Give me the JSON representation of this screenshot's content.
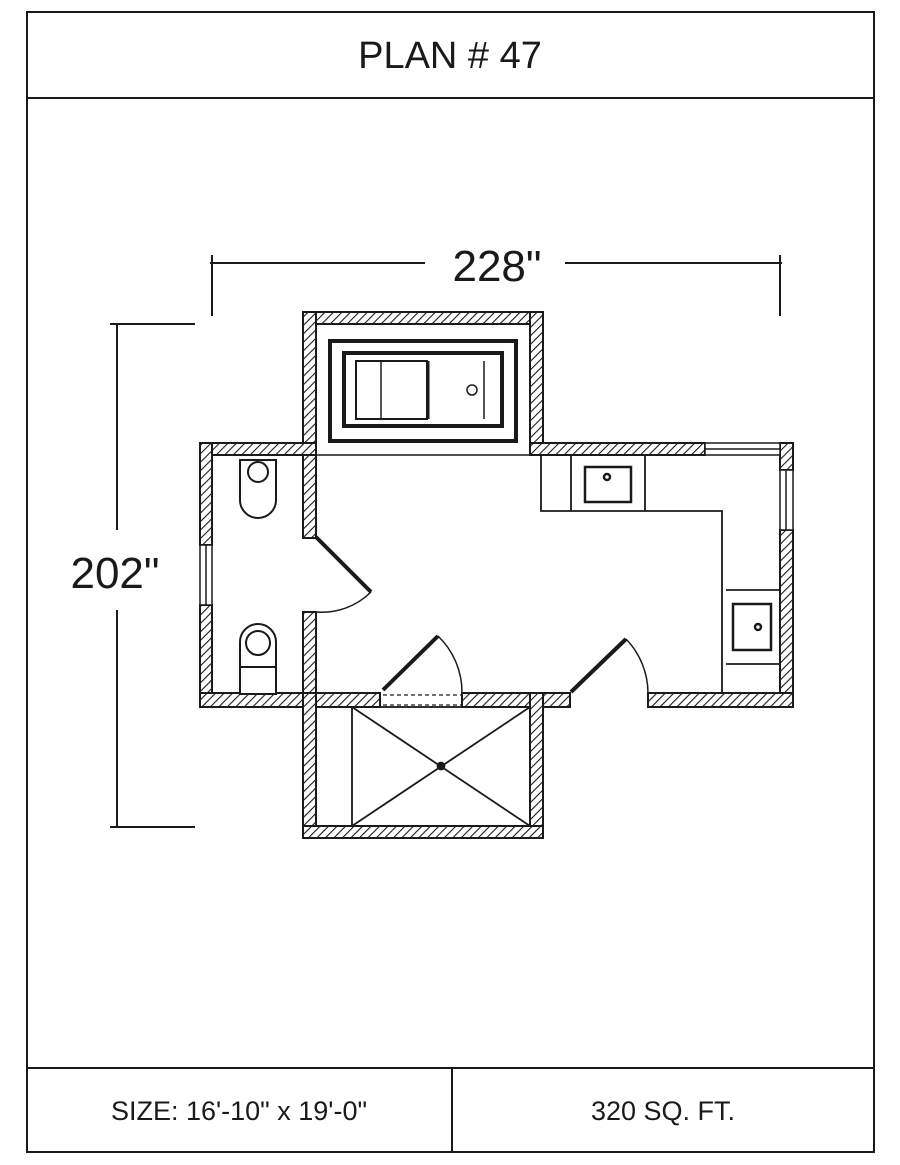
{
  "title": "PLAN # 47",
  "dimensions": {
    "width_label": "228\"",
    "height_label": "202\""
  },
  "footer": {
    "size": "SIZE:  16'-10\" x 19'-0\"",
    "area": "320 SQ. FT."
  },
  "colors": {
    "ink": "#1a1a1a",
    "background": "#ffffff"
  }
}
